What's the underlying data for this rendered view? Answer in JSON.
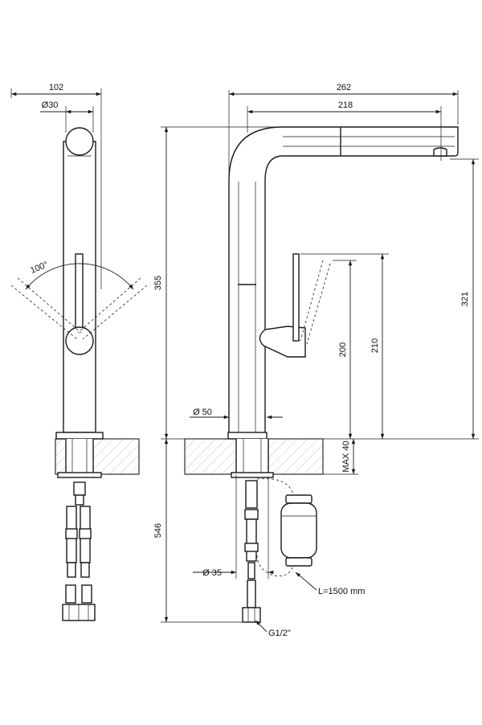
{
  "dimensions": {
    "width_102": "102",
    "dia_30": "Ø30",
    "angle_100": "100°",
    "width_262": "262",
    "width_218": "218",
    "height_355": "355",
    "height_321": "321",
    "height_200": "200",
    "height_210": "210",
    "dia_50": "Ø 50",
    "max_40": "MAX 40",
    "height_546": "546",
    "dia_35": "Ø 35",
    "hose_length": "L=1500 mm",
    "thread": "G1/2\""
  }
}
